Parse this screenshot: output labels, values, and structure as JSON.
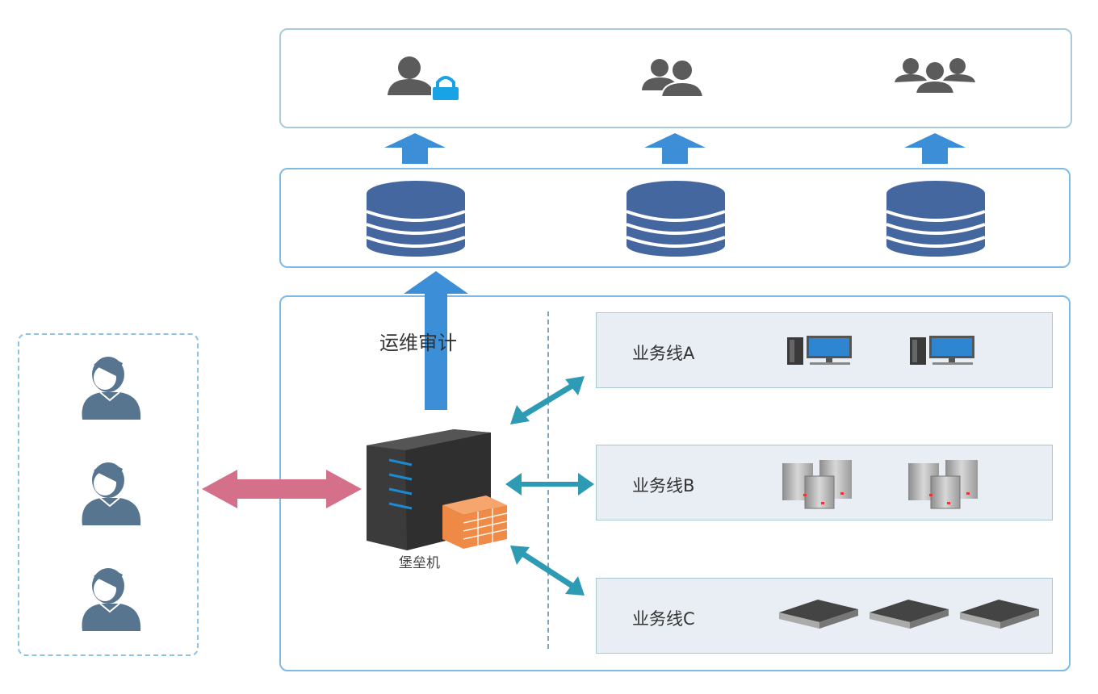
{
  "diagram": {
    "top_layer": {
      "items": [
        {
          "icon": "user-lock-icon",
          "label": ""
        },
        {
          "icon": "two-users-icon",
          "label": ""
        },
        {
          "icon": "user-group-icon",
          "label": ""
        }
      ]
    },
    "storage_layer": {
      "items": [
        {
          "icon": "database-icon"
        },
        {
          "icon": "database-icon"
        },
        {
          "icon": "database-icon"
        }
      ]
    },
    "audit_label": "运维审计",
    "bastion_label": "堡垒机",
    "operators": [
      {
        "icon": "operator-icon"
      },
      {
        "icon": "operator-icon"
      },
      {
        "icon": "operator-icon"
      }
    ],
    "business_lines": [
      {
        "label": "业务线A",
        "device": "desktop-computer-icon",
        "count": 2
      },
      {
        "label": "业务线B",
        "device": "server-cluster-icon",
        "count": 2
      },
      {
        "label": "业务线C",
        "device": "rack-server-icon",
        "count": 3
      }
    ],
    "colors": {
      "box_border": "#7fb9e4",
      "up_arrow": "#3c8fd6",
      "bidirectional_pink": "#d5708a",
      "bidirectional_teal": "#2e9bb4",
      "database": "#45679f",
      "person_gray": "#5b5b5b",
      "operator": "#587590",
      "firewall": "#ee8a45",
      "lock": "#17a3e6"
    }
  }
}
